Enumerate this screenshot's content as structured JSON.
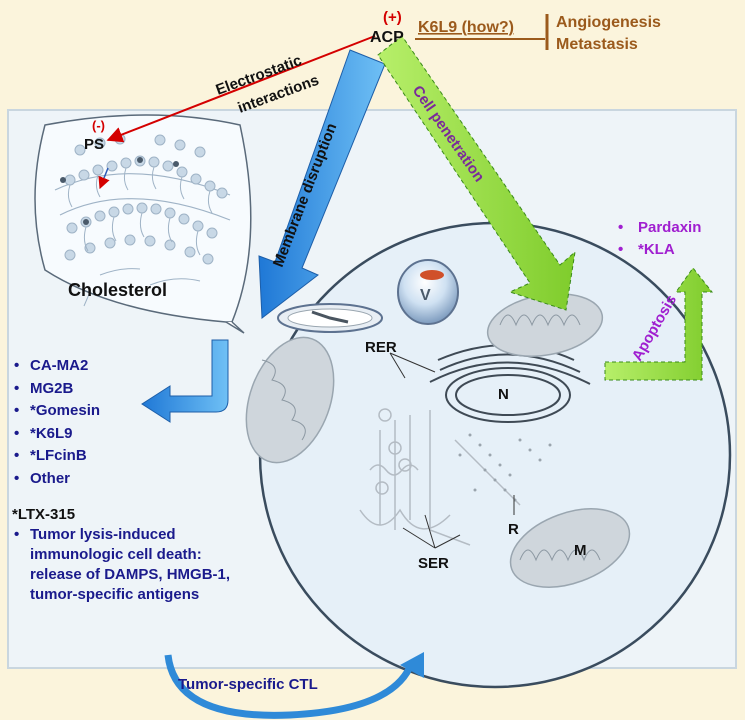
{
  "labels": {
    "acp_charge": "(+)",
    "acp": "ACP",
    "k6l9_how": "K6L9 (how?)",
    "angiogenesis": "Angiogenesis",
    "metastasis": "Metastasis",
    "electrostatic_line1": "Electrostatic",
    "electrostatic_line2": "interactions",
    "membrane_disruption": "Membrane disruption",
    "cell_penetration": "Cell penetration",
    "apoptosis": "Apoptosis",
    "ps_charge": "(-)",
    "ps": "PS",
    "cholesterol": "Cholesterol",
    "rer": "RER",
    "n": "N",
    "v": "V",
    "r": "R",
    "m": "M",
    "ser": "SER",
    "tumor_ctl": "Tumor-specific CTL"
  },
  "apoptosis_peptides": [
    "Pardaxin",
    "*KLA"
  ],
  "membrane_peptides": [
    "CA-MA2",
    "MG2B",
    "*Gomesin",
    "*K6L9",
    "*LFcinB",
    "Other"
  ],
  "ltx": {
    "title": "*LTX-315",
    "description": "Tumor lysis-induced immunologic cell death: release of DAMPS, HMGB-1, tumor-specific antigens"
  },
  "colors": {
    "background": "#fbf4dc",
    "charge_red": "#d40000",
    "brown": "#9b5a1c",
    "navy": "#1a1a8c",
    "purple": "#a01fd0",
    "blue_arrow": "#3a9ae6",
    "green_arrow": "#8ed63a"
  }
}
